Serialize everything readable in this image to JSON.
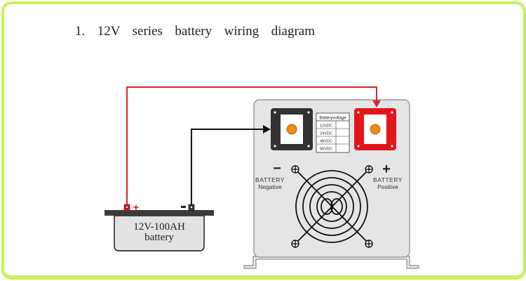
{
  "title": "1.  12V  series  battery  wiring  diagram",
  "colors": {
    "frame_border": "#c9f05a",
    "positive_wire": "#d9262b",
    "negative_wire": "#111111",
    "inverter_panel": "#e4e5e7",
    "terminal_black": "#333132",
    "terminal_red": "#e2151b",
    "terminal_stud": "#f08a12",
    "battery_body": "#e2e2e2",
    "battery_lid": "#3a3a3a"
  },
  "battery": {
    "label_line1": "12V-100AH",
    "label_line2": "battery",
    "positive_symbol": "+",
    "negative_symbol": "-"
  },
  "inverter": {
    "voltage_table": {
      "header": "Batteryvoltage",
      "rows": [
        "12VDC",
        "24VDC",
        "48VDC",
        "96VDC"
      ]
    },
    "negative_terminal": {
      "symbol": "−",
      "label_line1": "BATTERY",
      "label_line2": "Negative"
    },
    "positive_terminal": {
      "symbol": "+",
      "label_line1": "BATTERY",
      "label_line2": "Positive"
    }
  }
}
